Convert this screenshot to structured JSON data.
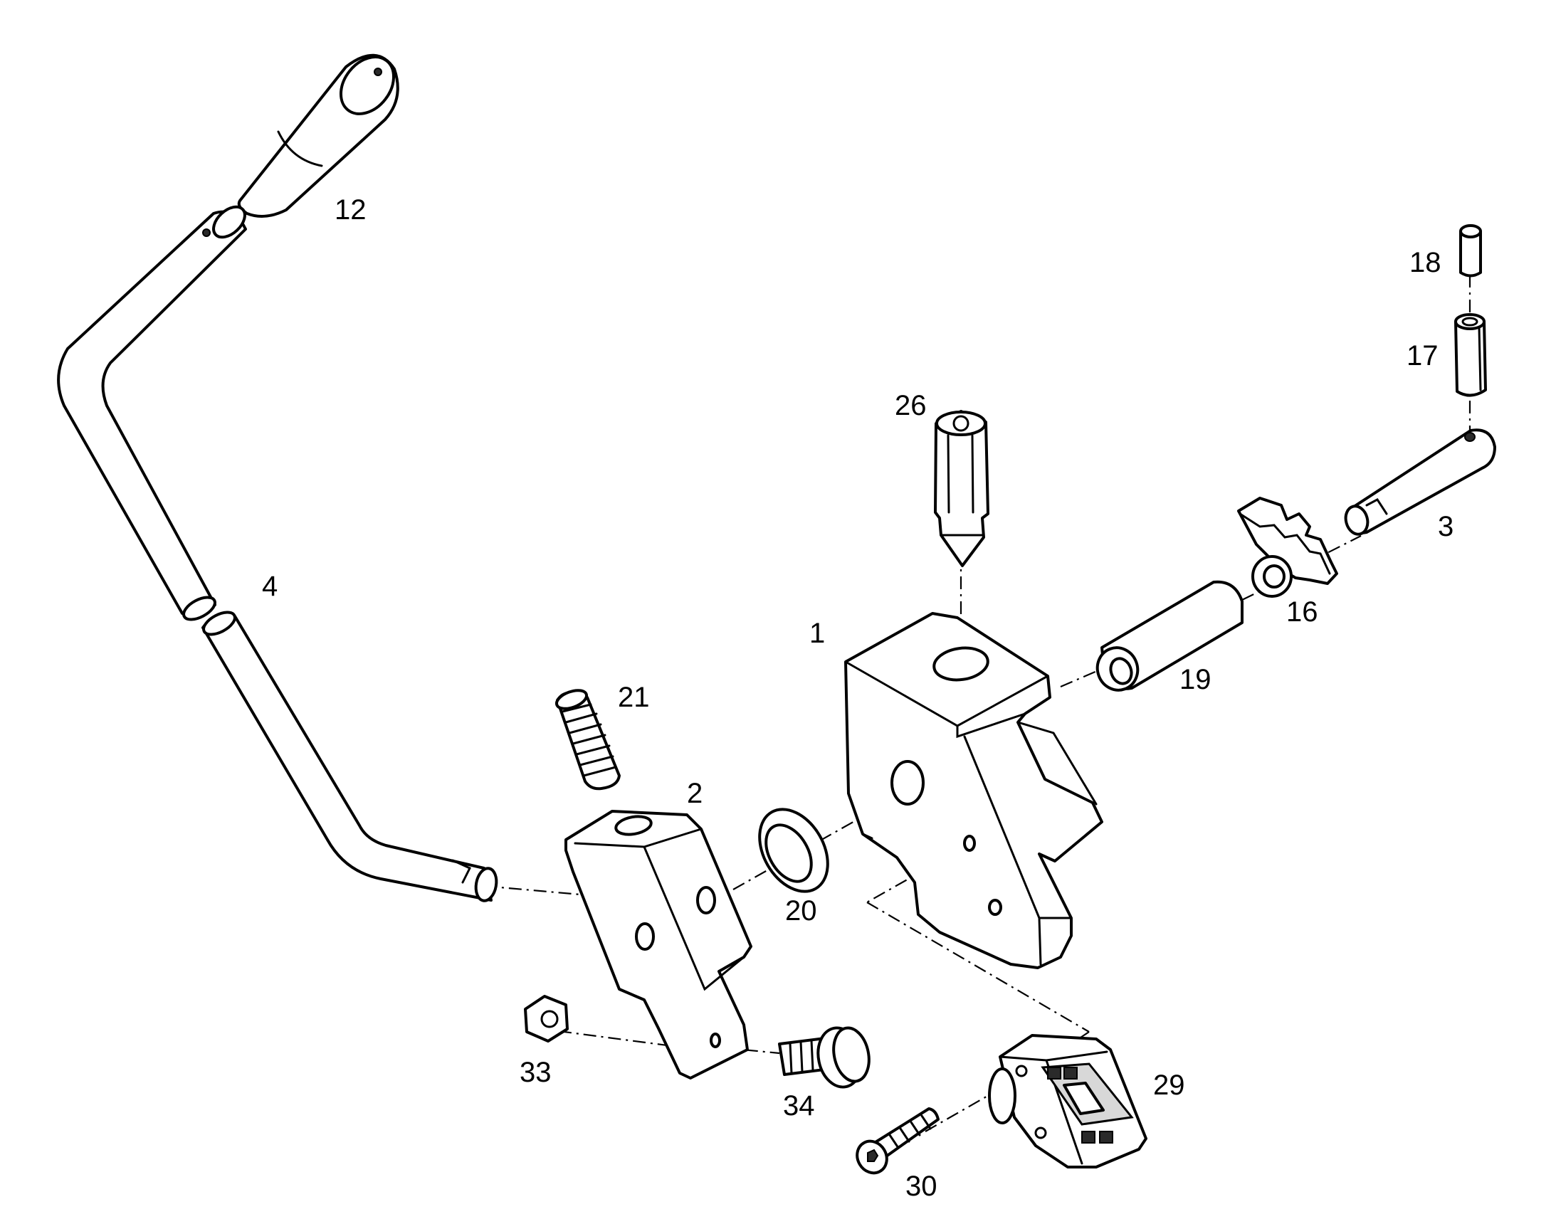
{
  "diagram": {
    "colors": {
      "line": "#000000",
      "background": "#ffffff",
      "shade": "#d8d8d8"
    },
    "parts": [
      {
        "id": "12",
        "label": "12",
        "description": "handle-grip"
      },
      {
        "id": "4",
        "label": "4",
        "description": "bent-lever-rod"
      },
      {
        "id": "21",
        "label": "21",
        "description": "set-screw"
      },
      {
        "id": "2",
        "label": "2",
        "description": "lever-bracket"
      },
      {
        "id": "20",
        "label": "20",
        "description": "washer"
      },
      {
        "id": "33",
        "label": "33",
        "description": "hex-nut"
      },
      {
        "id": "34",
        "label": "34",
        "description": "thumb-screw"
      },
      {
        "id": "1",
        "label": "1",
        "description": "main-block"
      },
      {
        "id": "26",
        "label": "26",
        "description": "hex-pointed-stud"
      },
      {
        "id": "19",
        "label": "19",
        "description": "sleeve"
      },
      {
        "id": "16",
        "label": "16",
        "description": "toothed-cam"
      },
      {
        "id": "3",
        "label": "3",
        "description": "shaft"
      },
      {
        "id": "17",
        "label": "17",
        "description": "roll-pin-outer"
      },
      {
        "id": "18",
        "label": "18",
        "description": "roll-pin-inner"
      },
      {
        "id": "29",
        "label": "29",
        "description": "sensor-block"
      },
      {
        "id": "30",
        "label": "30",
        "description": "socket-cap-screw"
      }
    ]
  }
}
